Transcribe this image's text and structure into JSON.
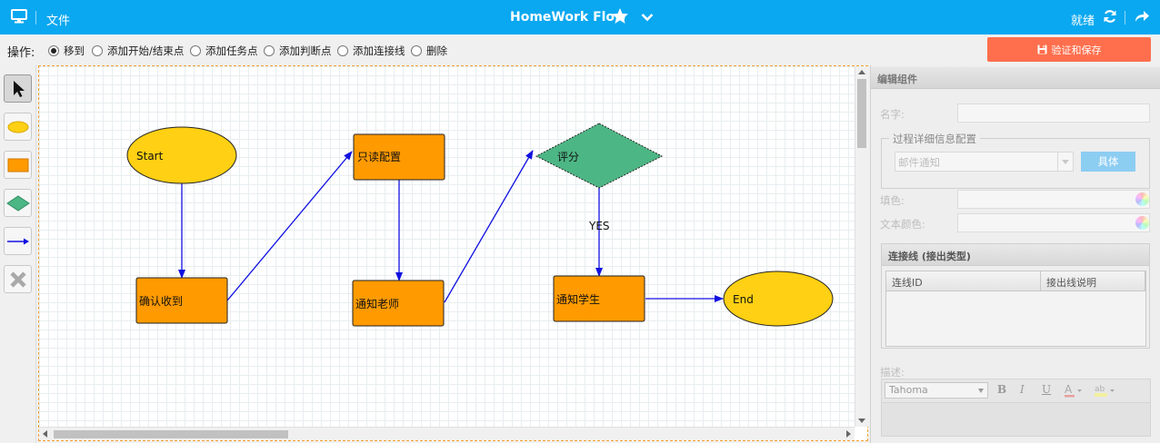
{
  "header": {
    "file_menu": "文件",
    "title": "HomeWork Flow",
    "status": "就绪",
    "brand_color": "#0aa8f0"
  },
  "toolbar": {
    "label": "操作:",
    "options": [
      "移到",
      "添加开始/结束点",
      "添加任务点",
      "添加判断点",
      "添加连接线",
      "删除"
    ],
    "selected": "移到",
    "save_label": "验证和保存",
    "save_color": "#ff6f4d"
  },
  "palette": {
    "tools": [
      "pointer-icon",
      "ellipse-icon",
      "rectangle-icon",
      "diamond-icon",
      "arrow-icon",
      "delete-icon"
    ],
    "active": "pointer-icon"
  },
  "flow": {
    "nodes": [
      {
        "id": "start",
        "type": "ellipse",
        "label": "Start",
        "fill": "#ffd013"
      },
      {
        "id": "confirm",
        "type": "task",
        "label": "确认收到",
        "fill": "#ff9a00"
      },
      {
        "id": "readonly",
        "type": "task",
        "label": "只读配置",
        "fill": "#ff9a00"
      },
      {
        "id": "notify_teacher",
        "type": "task",
        "label": "通知老师",
        "fill": "#ff9a00"
      },
      {
        "id": "grade",
        "type": "decision",
        "label": "评分",
        "fill": "#4db685"
      },
      {
        "id": "notify_student",
        "type": "task",
        "label": "通知学生",
        "fill": "#ff9a00"
      },
      {
        "id": "end",
        "type": "ellipse",
        "label": "End",
        "fill": "#ffd013"
      }
    ],
    "edges": [
      {
        "from": "start",
        "to": "confirm",
        "label": ""
      },
      {
        "from": "confirm",
        "to": "readonly",
        "label": ""
      },
      {
        "from": "readonly",
        "to": "notify_teacher",
        "label": ""
      },
      {
        "from": "notify_teacher",
        "to": "grade",
        "label": ""
      },
      {
        "from": "grade",
        "to": "notify_student",
        "label": "YES"
      },
      {
        "from": "notify_student",
        "to": "end",
        "label": ""
      }
    ],
    "edge_color": "#1010e0"
  },
  "panel": {
    "title": "编辑组件",
    "name_label": "名字:",
    "process_group_label": "过程详细信息配置",
    "process_select_value": "邮件通知",
    "detail_button": "具体",
    "fill_label": "填色:",
    "text_color_label": "文本颜色:",
    "connections_title": "连接线 (接出类型)",
    "connections_columns": [
      "连线ID",
      "接出线说明"
    ],
    "description_label": "描述:",
    "editor_font": "Tahoma",
    "format_buttons": [
      "B",
      "I",
      "U"
    ]
  }
}
